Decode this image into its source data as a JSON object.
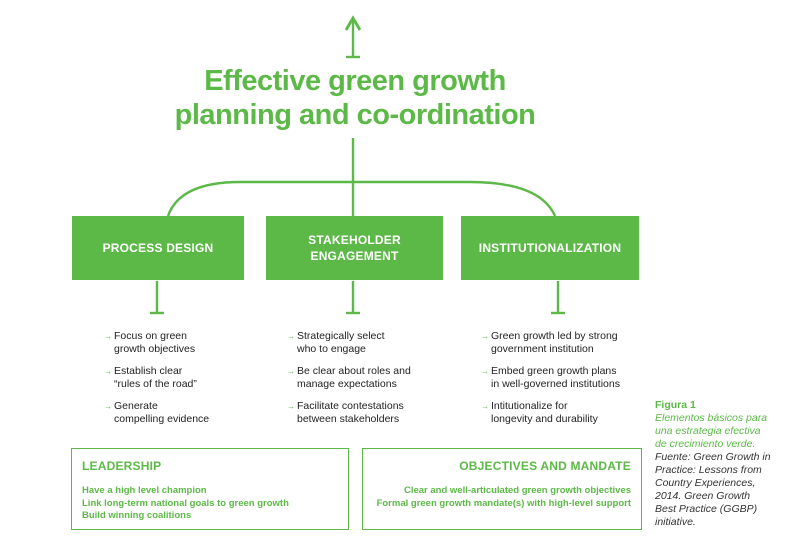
{
  "colors": {
    "accent": "#5cb947",
    "text": "#222222"
  },
  "title": {
    "line1": "Effective green growth",
    "line2": "planning and co-ordination"
  },
  "pillars": [
    {
      "label_lines": [
        "PROCESS DESIGN"
      ],
      "bullets": [
        "Focus on green\ngrowth objectives",
        "Establish clear\n“rules of the road”",
        "Generate\ncompelling evidence"
      ]
    },
    {
      "label_lines": [
        "STAKEHOLDER",
        "ENGAGEMENT"
      ],
      "bullets": [
        "Strategically select\nwho to engage",
        "Be clear about roles and\nmanage expectations",
        "Facilitate contestations\nbetween stakeholders"
      ]
    },
    {
      "label_lines": [
        "INSTITUTIONALIZATION"
      ],
      "bullets": [
        "Green growth led by strong\ngovernment institution",
        "Embed green growth plans\nin well-governed institutions",
        "Intitutionalize for\nlongevity and durability"
      ]
    }
  ],
  "bullet_marker": "→",
  "leadership": {
    "title": "LEADERSHIP",
    "lines": [
      "Have a high level champion",
      "Link long-term national goals to green growth",
      "Build winning coalitions"
    ]
  },
  "objectives": {
    "title": "OBJECTIVES AND MANDATE",
    "lines": [
      "Clear and well-articulated green growth objectives",
      "Formal green growth mandate(s) with high-level support"
    ]
  },
  "caption": {
    "figure": "Figura 1",
    "subtitle_lines": [
      "Elementos básicos para",
      "una estrategia efectiva",
      "de crecimiento verde."
    ],
    "source_lines": [
      "Fuente: Green Growth in",
      "Practice: Lessons from",
      "Country Experiences,",
      "2014. Green Growth",
      "Best Practice (GGBP)",
      "initiative."
    ]
  }
}
